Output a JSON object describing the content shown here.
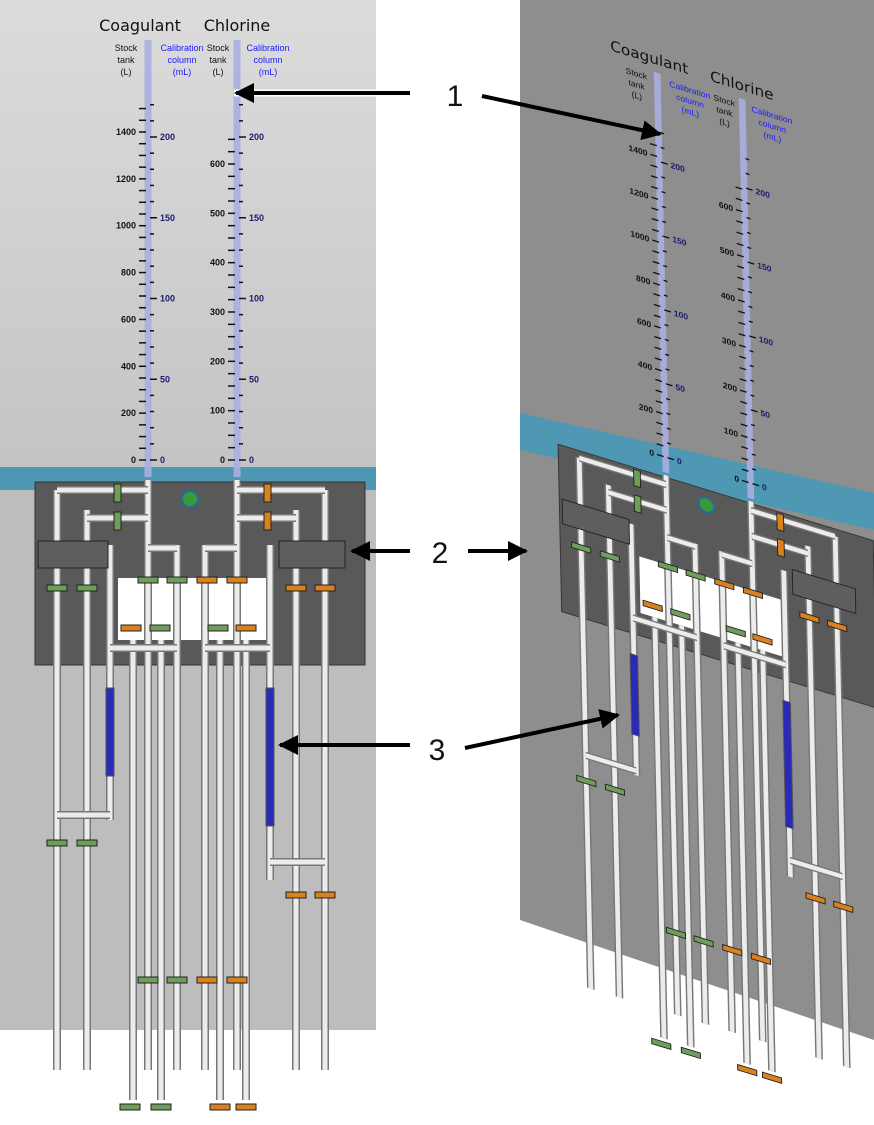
{
  "coagulant": {
    "title": "Coagulant",
    "stock_label": [
      "Stock",
      "tank",
      "(L)"
    ],
    "calib_label": [
      "Calibration",
      "column",
      "(mL)"
    ],
    "stock_ticks": [
      "0",
      "200",
      "400",
      "600",
      "800",
      "1000",
      "1200",
      "1400"
    ],
    "stock_max": 1400,
    "calib_ticks": [
      "0",
      "50",
      "100",
      "150",
      "200"
    ]
  },
  "chlorine": {
    "title": "Chlorine",
    "stock_label": [
      "Stock",
      "tank",
      "(L)"
    ],
    "calib_label": [
      "Calibration",
      "column",
      "(mL)"
    ],
    "stock_ticks": [
      "0",
      "100",
      "200",
      "300",
      "400",
      "500",
      "600"
    ],
    "stock_max": 600,
    "calib_ticks": [
      "0",
      "50",
      "100",
      "150",
      "200"
    ]
  },
  "callouts": [
    "1",
    "2",
    "3"
  ],
  "colors": {
    "wall": "#d3d3d3",
    "band": "#4f98b3",
    "panel": "#595959",
    "coagulant_valve": "#6f9e5a",
    "chlorine_valve": "#d9821d",
    "tube": "#a8aee0",
    "calibration_fluid": "#2a2ab8"
  }
}
